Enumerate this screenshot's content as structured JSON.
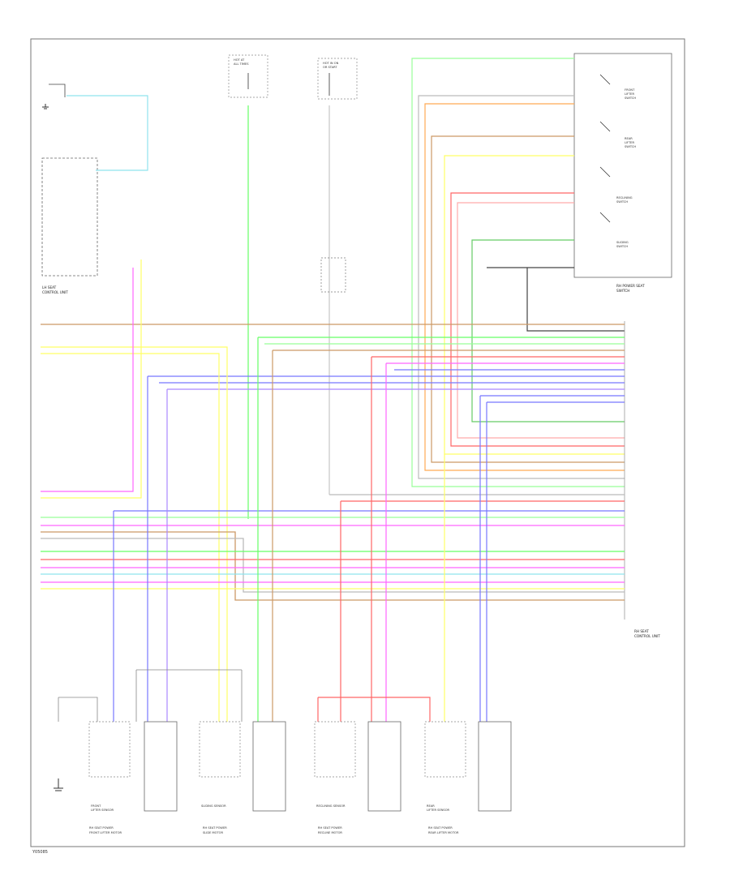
{
  "diagram": {
    "footer_code": "Y05085",
    "unit_labels": {
      "rh_unit": [
        "RH SEAT",
        "CONTROL UNIT"
      ],
      "lh_unit": [
        "LH SEAT",
        "CONTROL UNIT"
      ],
      "switch_block": [
        "RH POWER SEAT",
        "SWITCH"
      ]
    },
    "sensor_labels": [
      [
        "FRONT",
        "LIFTER SENSOR"
      ],
      [
        "SLIDING SENSOR"
      ],
      [
        "RECLINING SENSOR"
      ],
      [
        "REAR",
        "LIFTER SENSOR"
      ]
    ],
    "motor_labels": [
      [
        "RH SEAT POWER",
        "FRONT LIFTER MOTOR"
      ],
      [
        "RH SEAT POWER",
        "SLIDE MOTOR"
      ],
      [
        "RH SEAT POWER",
        "RECLINE MOTOR"
      ],
      [
        "RH SEAT POWER",
        "REAR LIFTER MOTOR"
      ]
    ],
    "switch_labels": [
      [
        "FRONT",
        "LIFTER",
        "SWITCH"
      ],
      [
        "REAR",
        "LIFTER",
        "SWITCH"
      ],
      [
        "RECLINING",
        "SWITCH"
      ],
      [
        "SLIDING",
        "SWITCH"
      ]
    ],
    "fuse_labels": [
      [
        "HOT AT",
        "ALL TIMES"
      ],
      [
        "HOT IN ON",
        "OR START"
      ]
    ],
    "wire_colors": {
      "lt_blue": "#8fe3ee",
      "yellow": "#ffff66",
      "pink": "#ff66ff",
      "blue": "#7777ff",
      "green": "#66ff66",
      "lt_green": "#99ff99",
      "red": "#ff6666",
      "orange": "#ffaa55",
      "tan": "#cc9966",
      "gray": "#bbbbbb",
      "black": "#444444",
      "violet": "#aa88ff"
    }
  }
}
